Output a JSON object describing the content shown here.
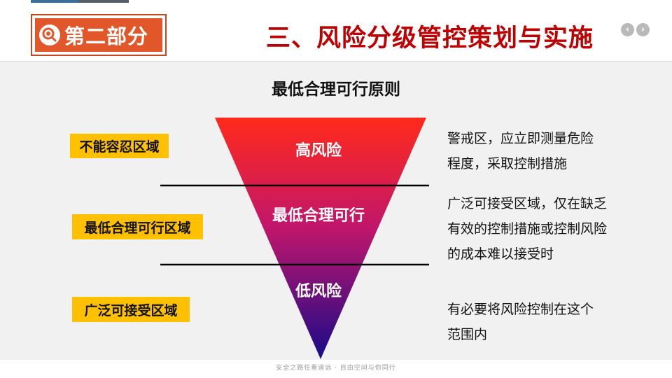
{
  "header": {
    "section_label": "第二部分",
    "title": "三、风险分级管控策划与实施"
  },
  "subtitle": "最低合理可行原则",
  "zones": [
    {
      "label": "不能容忍区域"
    },
    {
      "label": "最低合理可行区域"
    },
    {
      "label": "广泛可接受区域"
    }
  ],
  "tiers": [
    {
      "label": "高风险"
    },
    {
      "label": "最低合理可行"
    },
    {
      "label": "低风险"
    }
  ],
  "descriptions": [
    {
      "lines": [
        "警戒区，应立即测量危险",
        "程度，采取控制措施"
      ]
    },
    {
      "lines": [
        "广泛可接受区域，仅在缺乏",
        "有效的控制措施或控制风险",
        "的成本难以接受时"
      ]
    },
    {
      "lines": [
        "有必要将风险控制在这个",
        "范围内"
      ]
    }
  ],
  "footer": "安全之路任重道远 · 自由空间与你同行",
  "colors": {
    "title_red": "#c00000",
    "badge_orange": "#e1572a",
    "zone_yellow": "#ffc000",
    "pyramid_top": "#ff2a1a",
    "pyramid_bottom": "#1a0a8a"
  },
  "icons": {
    "badge": "magnifier-icon",
    "prev": "chevron-left-icon",
    "next": "chevron-right-icon"
  }
}
